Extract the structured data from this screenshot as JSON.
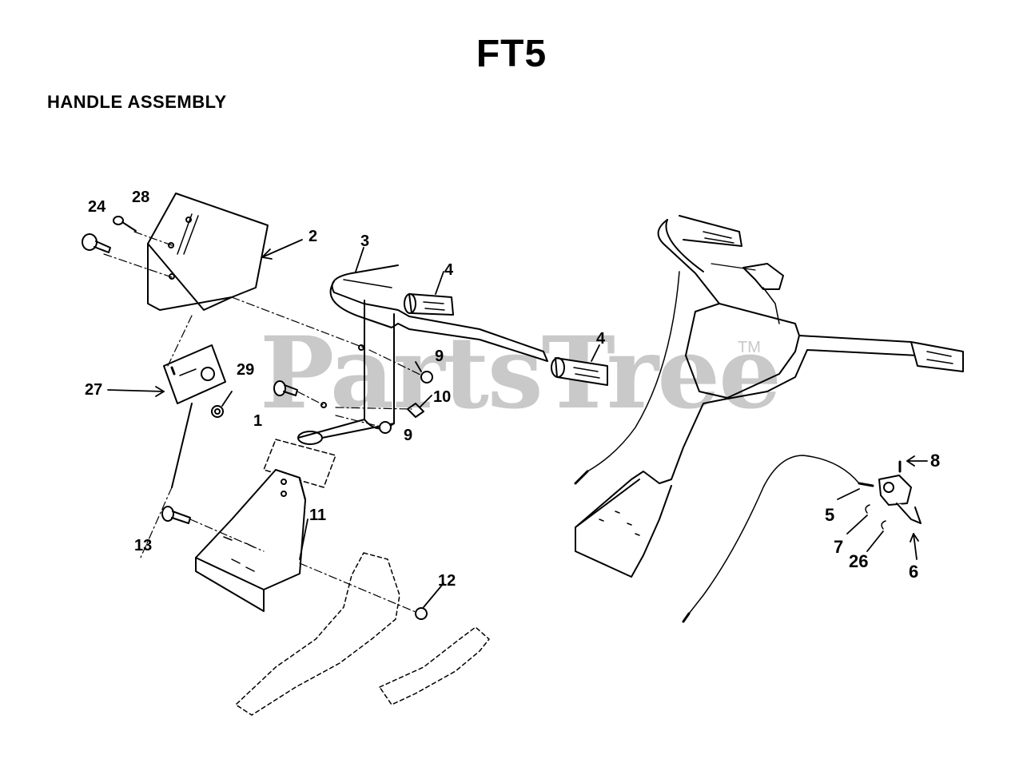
{
  "page_title": "FT5",
  "section_title": "HANDLE ASSEMBLY",
  "watermark": {
    "text": "PartsTree",
    "trademark": "TM"
  },
  "callouts": [
    "24",
    "28",
    "2",
    "3",
    "4",
    "4",
    "9",
    "10",
    "9",
    "1",
    "27",
    "29",
    "11",
    "13",
    "12",
    "8",
    "5",
    "7",
    "26",
    "6"
  ]
}
